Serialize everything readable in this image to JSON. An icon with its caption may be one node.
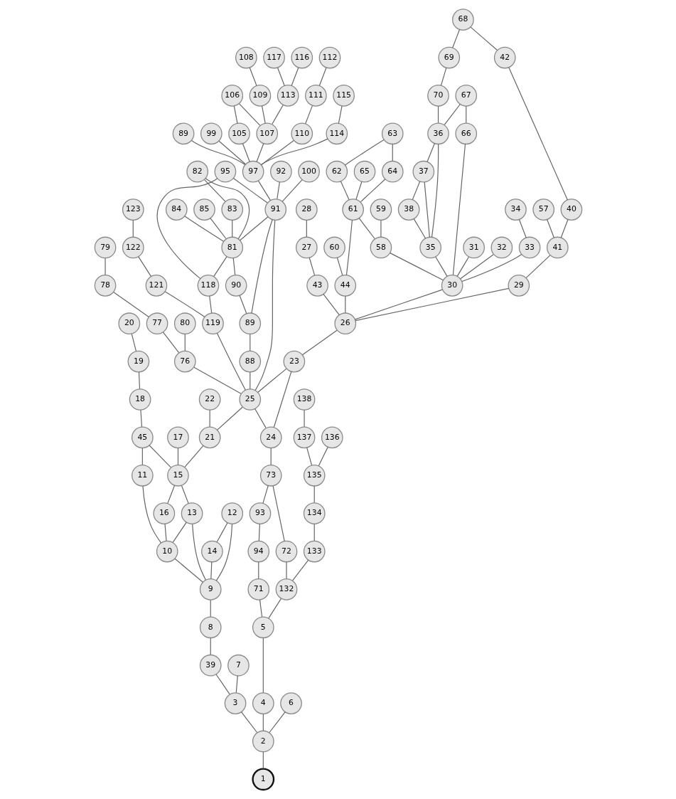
{
  "diagram": {
    "nodes": [
      {
        "text": [
          "108"
        ]
      },
      {
        "text": [
          "116"
        ]
      },
      {
        "text": [
          "117"
        ]
      },
      {
        "text": [
          "112"
        ]
      },
      {
        "text": [
          "106"
        ]
      },
      {
        "text": [
          "109"
        ]
      },
      {
        "text": [
          "113"
        ]
      },
      {
        "text": [
          "111"
        ]
      },
      {
        "text": [
          "115"
        ]
      },
      {
        "text": [
          "69"
        ]
      },
      {
        "text": [
          "68"
        ]
      },
      {
        "text": [
          "89"
        ]
      },
      {
        "text": [
          "99"
        ]
      },
      {
        "text": [
          "105"
        ]
      },
      {
        "text": [
          "107"
        ]
      },
      {
        "text": [
          "110"
        ]
      },
      {
        "text": [
          "114"
        ]
      },
      {
        "text": [
          "70"
        ]
      },
      {
        "text": [
          "63"
        ]
      },
      {
        "text": [
          "42"
        ]
      },
      {
        "text": [
          "79"
        ]
      },
      {
        "text": [
          "85"
        ]
      },
      {
        "text": [
          "83"
        ]
      },
      {
        "text": [
          "82"
        ]
      },
      {
        "text": [
          "84"
        ]
      },
      {
        "text": [
          "92"
        ]
      },
      {
        "text": [
          "100"
        ]
      },
      {
        "text": [
          "97"
        ]
      },
      {
        "text": [
          "123"
        ]
      },
      {
        "text": [
          "34"
        ]
      },
      {
        "text": [
          "38"
        ]
      },
      {
        "text": [
          "37"
        ]
      },
      {
        "text": [
          "36"
        ]
      },
      {
        "text": [
          "67"
        ]
      },
      {
        "text": [
          "59"
        ]
      },
      {
        "text": [
          "65"
        ]
      },
      {
        "text": [
          "64"
        ]
      },
      {
        "text": [
          "62"
        ]
      },
      {
        "text": [
          "40"
        ]
      },
      {
        "text": [
          "57"
        ]
      },
      {
        "text": [
          "28"
        ]
      },
      {
        "text": [
          "20"
        ]
      },
      {
        "text": [
          "78"
        ]
      },
      {
        "text": [
          "90"
        ]
      },
      {
        "text": [
          "81"
        ]
      },
      {
        "text": [
          "91"
        ]
      },
      {
        "text": [
          "95"
        ]
      },
      {
        "text": [
          "122"
        ]
      },
      {
        "text": [
          "31"
        ]
      },
      {
        "text": [
          "32"
        ]
      },
      {
        "text": [
          "33"
        ]
      },
      {
        "text": [
          "35"
        ]
      },
      {
        "text": [
          "66"
        ]
      },
      {
        "text": [
          "58"
        ]
      },
      {
        "text": [
          "61"
        ]
      },
      {
        "text": [
          "41"
        ]
      },
      {
        "text": [
          "60"
        ]
      },
      {
        "text": [
          "27"
        ]
      },
      {
        "text": [
          "19"
        ]
      },
      {
        "text": [
          "77"
        ]
      },
      {
        "text": [
          "80"
        ]
      },
      {
        "text": [
          "89"
        ]
      },
      {
        "text": [
          "118"
        ]
      },
      {
        "text": [
          "121"
        ]
      },
      {
        "text": [
          "30"
        ]
      },
      {
        "text": [
          "29"
        ]
      },
      {
        "text": [
          "44"
        ]
      },
      {
        "text": [
          "43"
        ]
      },
      {
        "text": [
          "18"
        ]
      },
      {
        "text": [
          "22"
        ]
      },
      {
        "text": [
          "76"
        ]
      },
      {
        "text": [
          "88"
        ]
      },
      {
        "text": [
          "119"
        ]
      },
      {
        "text": [
          "26"
        ]
      },
      {
        "text": [
          "138"
        ]
      },
      {
        "text": [
          "45"
        ]
      },
      {
        "text": [
          "17"
        ]
      },
      {
        "text": [
          "21"
        ]
      },
      {
        "text": [
          "25"
        ]
      },
      {
        "text": [
          "23"
        ]
      },
      {
        "text": [
          "137"
        ]
      },
      {
        "text": [
          "136"
        ]
      },
      {
        "text": [
          "11"
        ]
      },
      {
        "text": [
          "16"
        ]
      },
      {
        "text": [
          "15"
        ]
      },
      {
        "text": [
          "24"
        ]
      },
      {
        "text": [
          "135"
        ]
      },
      {
        "text": [
          "10"
        ]
      },
      {
        "text": [
          "13"
        ]
      },
      {
        "text": [
          "14"
        ]
      },
      {
        "text": [
          "12"
        ]
      },
      {
        "text": [
          "93"
        ]
      },
      {
        "text": [
          "73"
        ]
      },
      {
        "text": [
          "134"
        ]
      },
      {
        "text": [
          "9"
        ]
      },
      {
        "text": [
          "94"
        ]
      },
      {
        "text": [
          "72"
        ]
      },
      {
        "text": [
          "133"
        ]
      },
      {
        "text": [
          "8"
        ]
      },
      {
        "text": [
          "71"
        ]
      },
      {
        "text": [
          "132"
        ]
      },
      {
        "text": [
          "7"
        ]
      },
      {
        "text": [
          "39"
        ]
      },
      {
        "text": [
          "5"
        ]
      },
      {
        "text": [
          "3"
        ]
      },
      {
        "text": [
          "4"
        ]
      },
      {
        "text": [
          "6"
        ]
      },
      {
        "text": [
          "2"
        ]
      },
      {
        "text": [
          "1"
        ]
      }
    ],
    "edges": [
      {
        "from": 108,
        "to": 107,
        "arrow": "none"
      },
      {
        "from": 107,
        "to": 104,
        "arrow": "none"
      },
      {
        "from": 107,
        "to": 105,
        "arrow": "none"
      },
      {
        "from": 107,
        "to": 106,
        "arrow": "none"
      },
      {
        "from": 104,
        "to": 101,
        "arrow": "none"
      },
      {
        "from": 104,
        "to": 102,
        "arrow": "none"
      },
      {
        "from": 105,
        "to": 103,
        "arrow": "none"
      },
      {
        "from": 102,
        "to": 98,
        "arrow": "none"
      },
      {
        "from": 103,
        "to": 99,
        "arrow": "none"
      },
      {
        "from": 103,
        "to": 100,
        "arrow": "none"
      },
      {
        "from": 98,
        "to": 94,
        "arrow": "none"
      },
      {
        "from": 99,
        "to": 95,
        "arrow": "none"
      },
      {
        "from": 100,
        "to": 96,
        "arrow": "none"
      },
      {
        "from": 100,
        "to": 97,
        "arrow": "none"
      },
      {
        "from": 94,
        "to": 87,
        "arrow": "none"
      },
      {
        "from": 94,
        "to": 88,
        "arrow": "none"
      },
      {
        "from": 94,
        "to": 89,
        "arrow": "none"
      },
      {
        "from": 94,
        "to": 90,
        "arrow": "none"
      },
      {
        "from": 95,
        "to": 91,
        "arrow": "none"
      },
      {
        "from": 96,
        "to": 92,
        "arrow": "none"
      },
      {
        "from": 97,
        "to": 93,
        "arrow": "none"
      },
      {
        "from": 89,
        "to": 90,
        "arrow": "none"
      },
      {
        "from": 91,
        "to": 92,
        "arrow": "none"
      },
      {
        "from": 87,
        "to": 88,
        "arrow": "none"
      },
      {
        "from": 87,
        "to": 82,
        "arrow": "none"
      },
      {
        "from": 87,
        "to": 83,
        "arrow": "none"
      },
      {
        "from": 88,
        "to": 84,
        "arrow": "none"
      },
      {
        "from": 92,
        "to": 85,
        "arrow": "none"
      },
      {
        "from": 93,
        "to": 86,
        "arrow": "none"
      },
      {
        "from": 83,
        "to": 84,
        "arrow": "none"
      },
      {
        "from": 82,
        "to": 75,
        "arrow": "none"
      },
      {
        "from": 84,
        "to": 75,
        "arrow": "none"
      },
      {
        "from": 84,
        "to": 76,
        "arrow": "none"
      },
      {
        "from": 84,
        "to": 77,
        "arrow": "none"
      },
      {
        "from": 85,
        "to": 78,
        "arrow": "none"
      },
      {
        "from": 85,
        "to": 79,
        "arrow": "none"
      },
      {
        "from": 86,
        "to": 80,
        "arrow": "none"
      },
      {
        "from": 86,
        "to": 81,
        "arrow": "none"
      },
      {
        "from": 77,
        "to": 78,
        "arrow": "none"
      },
      {
        "from": 78,
        "to": 79,
        "arrow": "none"
      },
      {
        "from": 75,
        "to": 68,
        "arrow": "none"
      },
      {
        "from": 77,
        "to": 69,
        "arrow": "none"
      },
      {
        "from": 78,
        "to": 70,
        "arrow": "none"
      },
      {
        "from": 78,
        "to": 71,
        "arrow": "none"
      },
      {
        "from": 78,
        "to": 72,
        "arrow": "none"
      },
      {
        "from": 78,
        "to": 45,
        "arrow": "none"
      },
      {
        "from": 79,
        "to": 73,
        "arrow": "none"
      },
      {
        "from": 80,
        "to": 74,
        "arrow": "none"
      },
      {
        "from": 68,
        "to": 58,
        "arrow": "none"
      },
      {
        "from": 70,
        "to": 59,
        "arrow": "none"
      },
      {
        "from": 70,
        "to": 60,
        "arrow": "none"
      },
      {
        "from": 71,
        "to": 61,
        "arrow": "none"
      },
      {
        "from": 72,
        "to": 62,
        "arrow": "none"
      },
      {
        "from": 72,
        "to": 63,
        "arrow": "none"
      },
      {
        "from": 73,
        "to": 64,
        "arrow": "none"
      },
      {
        "from": 73,
        "to": 65,
        "arrow": "none"
      },
      {
        "from": 73,
        "to": 66,
        "arrow": "none"
      },
      {
        "from": 73,
        "to": 67,
        "arrow": "none"
      },
      {
        "from": 58,
        "to": 41,
        "arrow": "none"
      },
      {
        "from": 59,
        "to": 42,
        "arrow": "none"
      },
      {
        "from": 61,
        "to": 43,
        "arrow": "none"
      },
      {
        "from": 61,
        "to": 45,
        "arrow": "none"
      },
      {
        "from": 62,
        "to": 44,
        "arrow": "none"
      },
      {
        "from": 62,
        "to": 46,
        "arrow": "none"
      },
      {
        "from": 63,
        "to": 47,
        "arrow": "none"
      },
      {
        "from": 64,
        "to": 48,
        "arrow": "none"
      },
      {
        "from": 64,
        "to": 49,
        "arrow": "none"
      },
      {
        "from": 64,
        "to": 50,
        "arrow": "none"
      },
      {
        "from": 64,
        "to": 51,
        "arrow": "none"
      },
      {
        "from": 64,
        "to": 52,
        "arrow": "none"
      },
      {
        "from": 64,
        "to": 53,
        "arrow": "none"
      },
      {
        "from": 65,
        "to": 55,
        "arrow": "none"
      },
      {
        "from": 66,
        "to": 54,
        "arrow": "none"
      },
      {
        "from": 66,
        "to": 56,
        "arrow": "none"
      },
      {
        "from": 67,
        "to": 57,
        "arrow": "none"
      },
      {
        "from": 53,
        "to": 54,
        "arrow": "none"
      },
      {
        "from": 43,
        "to": 44,
        "arrow": "none"
      },
      {
        "from": 44,
        "to": 45,
        "arrow": "none"
      },
      {
        "from": 45,
        "to": 46,
        "arrow": "none"
      },
      {
        "from": 42,
        "to": 20,
        "arrow": "none"
      },
      {
        "from": 44,
        "to": 21,
        "arrow": "none"
      },
      {
        "from": 44,
        "to": 22,
        "arrow": "none"
      },
      {
        "from": 44,
        "to": 23,
        "arrow": "none"
      },
      {
        "from": 44,
        "to": 24,
        "arrow": "none"
      },
      {
        "from": 45,
        "to": 25,
        "arrow": "none"
      },
      {
        "from": 45,
        "to": 26,
        "arrow": "none"
      },
      {
        "from": 45,
        "to": 27,
        "arrow": "none"
      },
      {
        "from": 47,
        "to": 28,
        "arrow": "none"
      },
      {
        "from": 50,
        "to": 29,
        "arrow": "none"
      },
      {
        "from": 51,
        "to": 30,
        "arrow": "none"
      },
      {
        "from": 51,
        "to": 31,
        "arrow": "none"
      },
      {
        "from": 51,
        "to": 32,
        "arrow": "none"
      },
      {
        "from": 52,
        "to": 33,
        "arrow": "none"
      },
      {
        "from": 53,
        "to": 34,
        "arrow": "none"
      },
      {
        "from": 54,
        "to": 35,
        "arrow": "none"
      },
      {
        "from": 54,
        "to": 36,
        "arrow": "none"
      },
      {
        "from": 54,
        "to": 37,
        "arrow": "none"
      },
      {
        "from": 55,
        "to": 38,
        "arrow": "none"
      },
      {
        "from": 55,
        "to": 39,
        "arrow": "none"
      },
      {
        "from": 57,
        "to": 40,
        "arrow": "none"
      },
      {
        "from": 22,
        "to": 23,
        "arrow": "none"
      },
      {
        "from": 30,
        "to": 31,
        "arrow": "none"
      },
      {
        "from": 31,
        "to": 32,
        "arrow": "none"
      },
      {
        "from": 32,
        "to": 33,
        "arrow": "none"
      },
      {
        "from": 27,
        "to": 11,
        "arrow": "none"
      },
      {
        "from": 27,
        "to": 12,
        "arrow": "none"
      },
      {
        "from": 27,
        "to": 13,
        "arrow": "none"
      },
      {
        "from": 27,
        "to": 14,
        "arrow": "none"
      },
      {
        "from": 27,
        "to": 15,
        "arrow": "none"
      },
      {
        "from": 27,
        "to": 16,
        "arrow": "none"
      },
      {
        "from": 32,
        "to": 17,
        "arrow": "none"
      },
      {
        "from": 36,
        "to": 18,
        "arrow": "none"
      },
      {
        "from": 37,
        "to": 18,
        "arrow": "none"
      },
      {
        "from": 38,
        "to": 19,
        "arrow": "none"
      },
      {
        "from": 13,
        "to": 4,
        "arrow": "none"
      },
      {
        "from": 14,
        "to": 4,
        "arrow": "none"
      },
      {
        "from": 14,
        "to": 5,
        "arrow": "none"
      },
      {
        "from": 14,
        "to": 6,
        "arrow": "none"
      },
      {
        "from": 15,
        "to": 7,
        "arrow": "none"
      },
      {
        "from": 16,
        "to": 8,
        "arrow": "none"
      },
      {
        "from": 17,
        "to": 9,
        "arrow": "none"
      },
      {
        "from": 19,
        "to": 10,
        "arrow": "none"
      },
      {
        "from": 9,
        "to": 10,
        "arrow": "none"
      },
      {
        "from": 5,
        "to": 0,
        "arrow": "none"
      },
      {
        "from": 6,
        "to": 1,
        "arrow": "none"
      },
      {
        "from": 6,
        "to": 2,
        "arrow": "none"
      },
      {
        "from": 7,
        "to": 3,
        "arrow": "none"
      }
    ]
  }
}
